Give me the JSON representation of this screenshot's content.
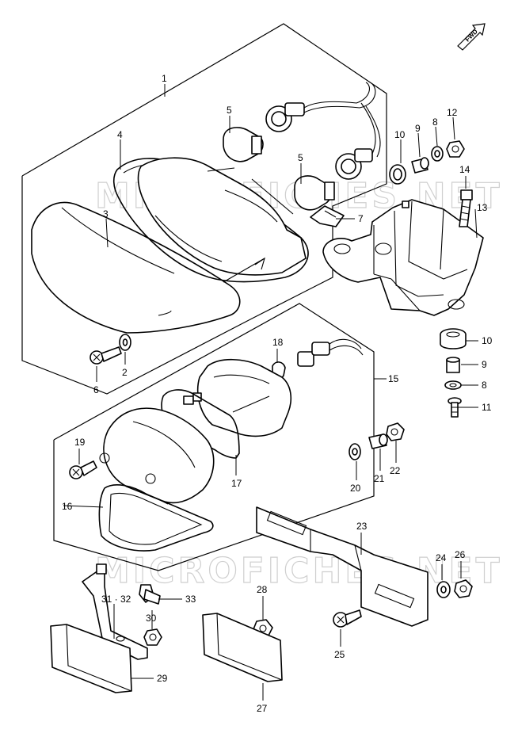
{
  "fwd_label": "FWD",
  "watermark": "MICROFICHES.NET",
  "callouts": {
    "c1": "1",
    "c2": "2",
    "c3": "3",
    "c4": "4",
    "c5a": "5",
    "c5b": "5",
    "c6": "6",
    "c7": "7",
    "c8a": "8",
    "c8b": "8",
    "c9a": "9",
    "c9b": "9",
    "c10a": "10",
    "c10b": "10",
    "c11": "11",
    "c12": "12",
    "c13": "13",
    "c14": "14",
    "c15": "15",
    "c16": "16",
    "c17": "17",
    "c18": "18",
    "c19": "19",
    "c20": "20",
    "c21": "21",
    "c22": "22",
    "c23": "23",
    "c24": "24",
    "c25": "25",
    "c26": "26",
    "c27": "27",
    "c28": "28",
    "c29": "29",
    "c30": "30",
    "c3132": "31 · 32",
    "c33": "33"
  }
}
